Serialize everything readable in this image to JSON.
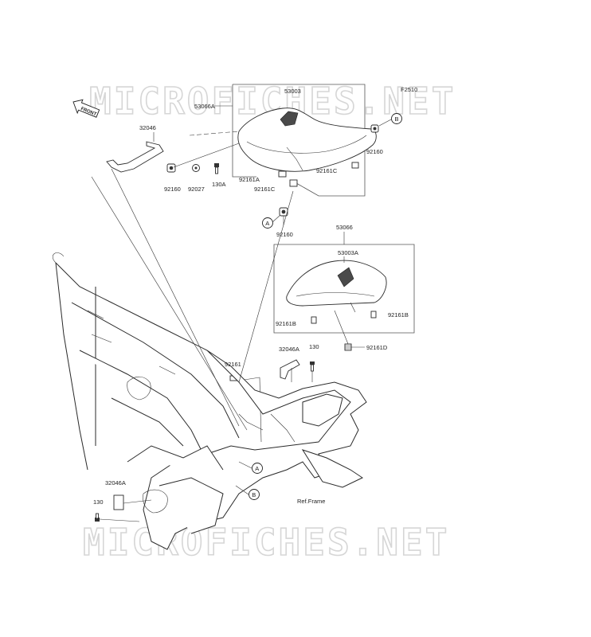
{
  "watermark": {
    "top": "MICROFICHES.NET",
    "bottom": "MICROFICHES.NET"
  },
  "figure_code": "F2510",
  "front_badge": "FRONT",
  "callouts": {
    "a": "A",
    "b": "B"
  },
  "labels": {
    "p53003": "53003",
    "p53066A": "53066A",
    "p32046": "32046",
    "p92160_right": "92160",
    "p92161A": "92161A",
    "p92161C_right": "92161C",
    "p92161C_left": "92161C",
    "p92160_left": "92160",
    "p92027": "92027",
    "p130A": "130A",
    "p92160_center": "92160",
    "p53066": "53066",
    "p53003A": "53003A",
    "p92161B_left": "92161B",
    "p92161B_right": "92161B",
    "p32046A_top": "32046A",
    "p130_top": "130",
    "p92161D": "92161D",
    "p92161": "92161",
    "p32046A_left": "32046A",
    "p130_left": "130",
    "ref_frame": "Ref.Frame"
  }
}
